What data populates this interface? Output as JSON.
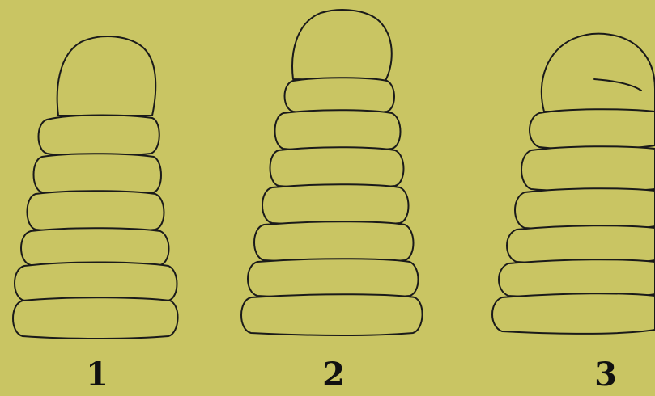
{
  "colors": {
    "background": "#c9c563",
    "stroke": "#1a1a1a",
    "label": "#111111"
  },
  "figures": [
    {
      "id": "figure-1",
      "label": "1",
      "segments": 6
    },
    {
      "id": "figure-2",
      "label": "2",
      "segments": 7
    },
    {
      "id": "figure-3",
      "label": "3",
      "segments": 6
    }
  ]
}
